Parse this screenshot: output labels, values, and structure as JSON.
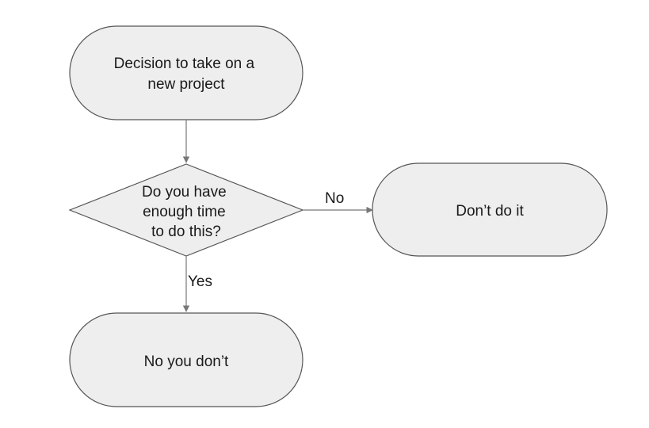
{
  "colors": {
    "node_fill": "#eeeeee",
    "node_stroke": "#555555",
    "connector": "#777777",
    "background": "#ffffff"
  },
  "nodes": {
    "start": {
      "shape": "rounded-rectangle",
      "lines": [
        "Decision to take on a",
        "new project"
      ]
    },
    "question": {
      "shape": "diamond",
      "lines": [
        "Do you have",
        "enough time",
        "to do this?"
      ]
    },
    "no_outcome": {
      "shape": "rounded-rectangle",
      "lines": [
        "Don’t do it"
      ]
    },
    "yes_outcome": {
      "shape": "rounded-rectangle",
      "lines": [
        "No you don’t"
      ]
    }
  },
  "edges": {
    "start_to_question": {
      "label": ""
    },
    "question_to_no": {
      "label": "No"
    },
    "question_to_yes": {
      "label": "Yes"
    }
  }
}
